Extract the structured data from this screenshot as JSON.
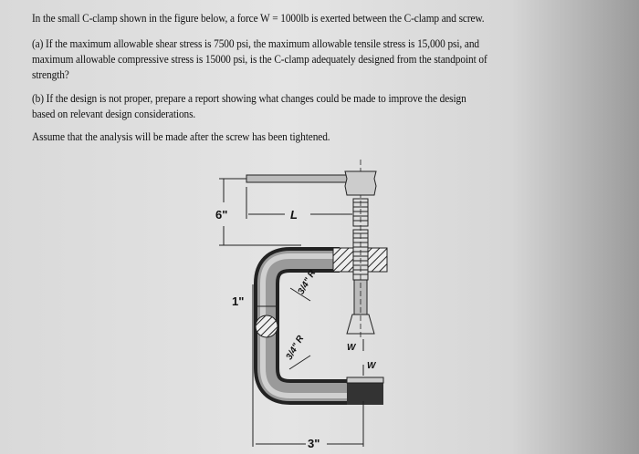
{
  "problem": {
    "intro": "In the small C-clamp shown in the figure below, a force W = 1000lb is exerted between the C-clamp and screw.",
    "part_a": [
      "(a) If the maximum allowable shear stress is 7500 psi, the maximum allowable tensile stress is 15,000 psi, and",
      "maximum allowable compressive stress is 15000 psi, is the C-clamp adequately designed from the standpoint of",
      "strength?"
    ],
    "part_b": [
      "(b) If the design is not proper, prepare a report showing what changes could be made to improve the design",
      "based on relevant design considerations."
    ],
    "assumption": "Assume that the analysis will be made after the screw has been tightened."
  },
  "figure": {
    "dim_height": "6\"",
    "dim_length": "L",
    "dim_section": "1\"",
    "dim_radius_top": "3/4\" R",
    "dim_radius_bottom": "3/4\" R",
    "dim_width": "3\"",
    "force_top": "W",
    "force_bottom": "W"
  }
}
